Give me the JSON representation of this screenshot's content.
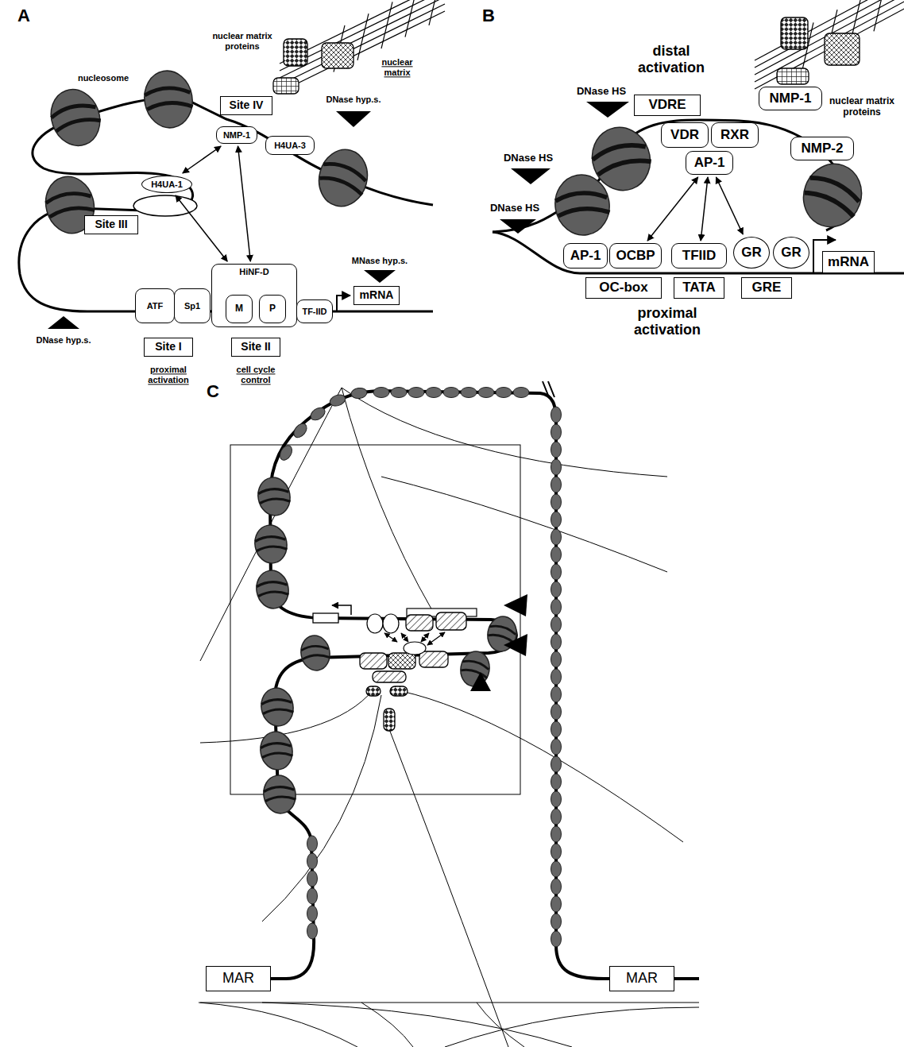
{
  "diagram": {
    "nodes": [
      {
        "text": [
          "Site IV"
        ]
      },
      {
        "text": [
          "NMP-1"
        ]
      },
      {
        "text": [
          "H4UA-3"
        ]
      },
      {
        "text": [
          "H4UA-1"
        ]
      },
      {
        "text": [
          "Site III"
        ]
      },
      {
        "text": [
          "ATF"
        ]
      },
      {
        "text": [
          "Sp1"
        ]
      },
      {
        "text": [
          "HiNF-D"
        ]
      },
      {
        "text": [
          "M"
        ],
        "in": 7
      },
      {
        "text": [
          "P"
        ],
        "in": 7
      },
      {
        "text": [
          "TF-IID"
        ]
      },
      {
        "text": [
          "mRNA"
        ]
      },
      {
        "text": [
          "Site I"
        ]
      },
      {
        "text": [
          "Site II"
        ]
      },
      {
        "text": [
          "VDRE"
        ]
      },
      {
        "text": [
          "NMP-1"
        ]
      },
      {
        "text": [
          "VDR"
        ]
      },
      {
        "text": [
          "RXR"
        ]
      },
      {
        "text": [
          "NMP-2"
        ]
      },
      {
        "text": [
          "AP-1"
        ]
      },
      {
        "text": [
          "AP-1"
        ]
      },
      {
        "text": [
          "OCBP"
        ]
      },
      {
        "text": [
          "TFIID"
        ]
      },
      {
        "text": [
          "GR"
        ]
      },
      {
        "text": [
          "GR"
        ]
      },
      {
        "text": [
          "mRNA"
        ]
      },
      {
        "text": [
          "OC-box"
        ]
      },
      {
        "text": [
          "TATA"
        ]
      },
      {
        "text": [
          "GRE"
        ]
      },
      {
        "text": [
          "MAR"
        ]
      },
      {
        "text": [
          "MAR"
        ]
      }
    ],
    "edges": [
      {
        "from": 1,
        "to": 7,
        "arrow": "both"
      },
      {
        "from": 3,
        "to": 1,
        "arrow": "both"
      },
      {
        "from": 3,
        "to": 7,
        "arrow": "both"
      },
      {
        "from": 19,
        "to": 21,
        "arrow": "both"
      },
      {
        "from": 19,
        "to": 22,
        "arrow": "both"
      },
      {
        "from": 19,
        "to": 23,
        "arrow": "both"
      }
    ],
    "labels": [
      "A",
      "nucleosome",
      "nuclear matrix proteins",
      "nuclear matrix",
      "DNase hyp.s.",
      "DNase hyp.s.",
      "MNase hyp.s.",
      "proximal activation",
      "cell cycle control",
      "B",
      "distal activation",
      "nuclear matrix proteins",
      "DNase HS",
      "DNase HS",
      "DNase HS",
      "proximal activation",
      "C"
    ]
  }
}
